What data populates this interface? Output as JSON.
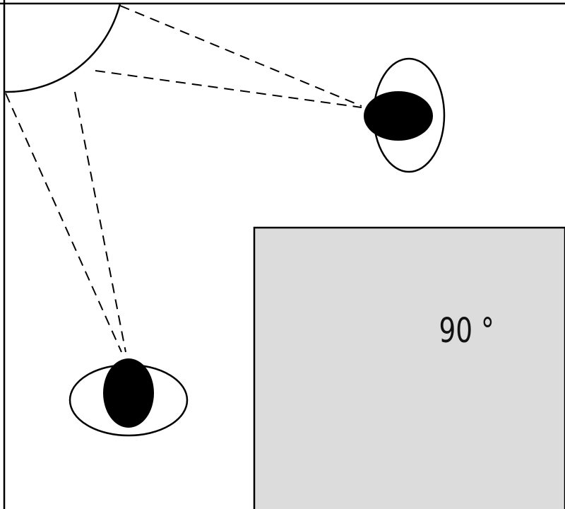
{
  "diagram": {
    "angle_label": "90 °",
    "colors": {
      "stroke": "#000000",
      "block_fill": "#dcdcdc",
      "pupil_fill": "#000000",
      "background": "#ffffff"
    },
    "shapes": [
      "light-source-circle",
      "eye-right",
      "eye-bottom",
      "block-90-degree",
      "sight-lines-dashed"
    ]
  }
}
